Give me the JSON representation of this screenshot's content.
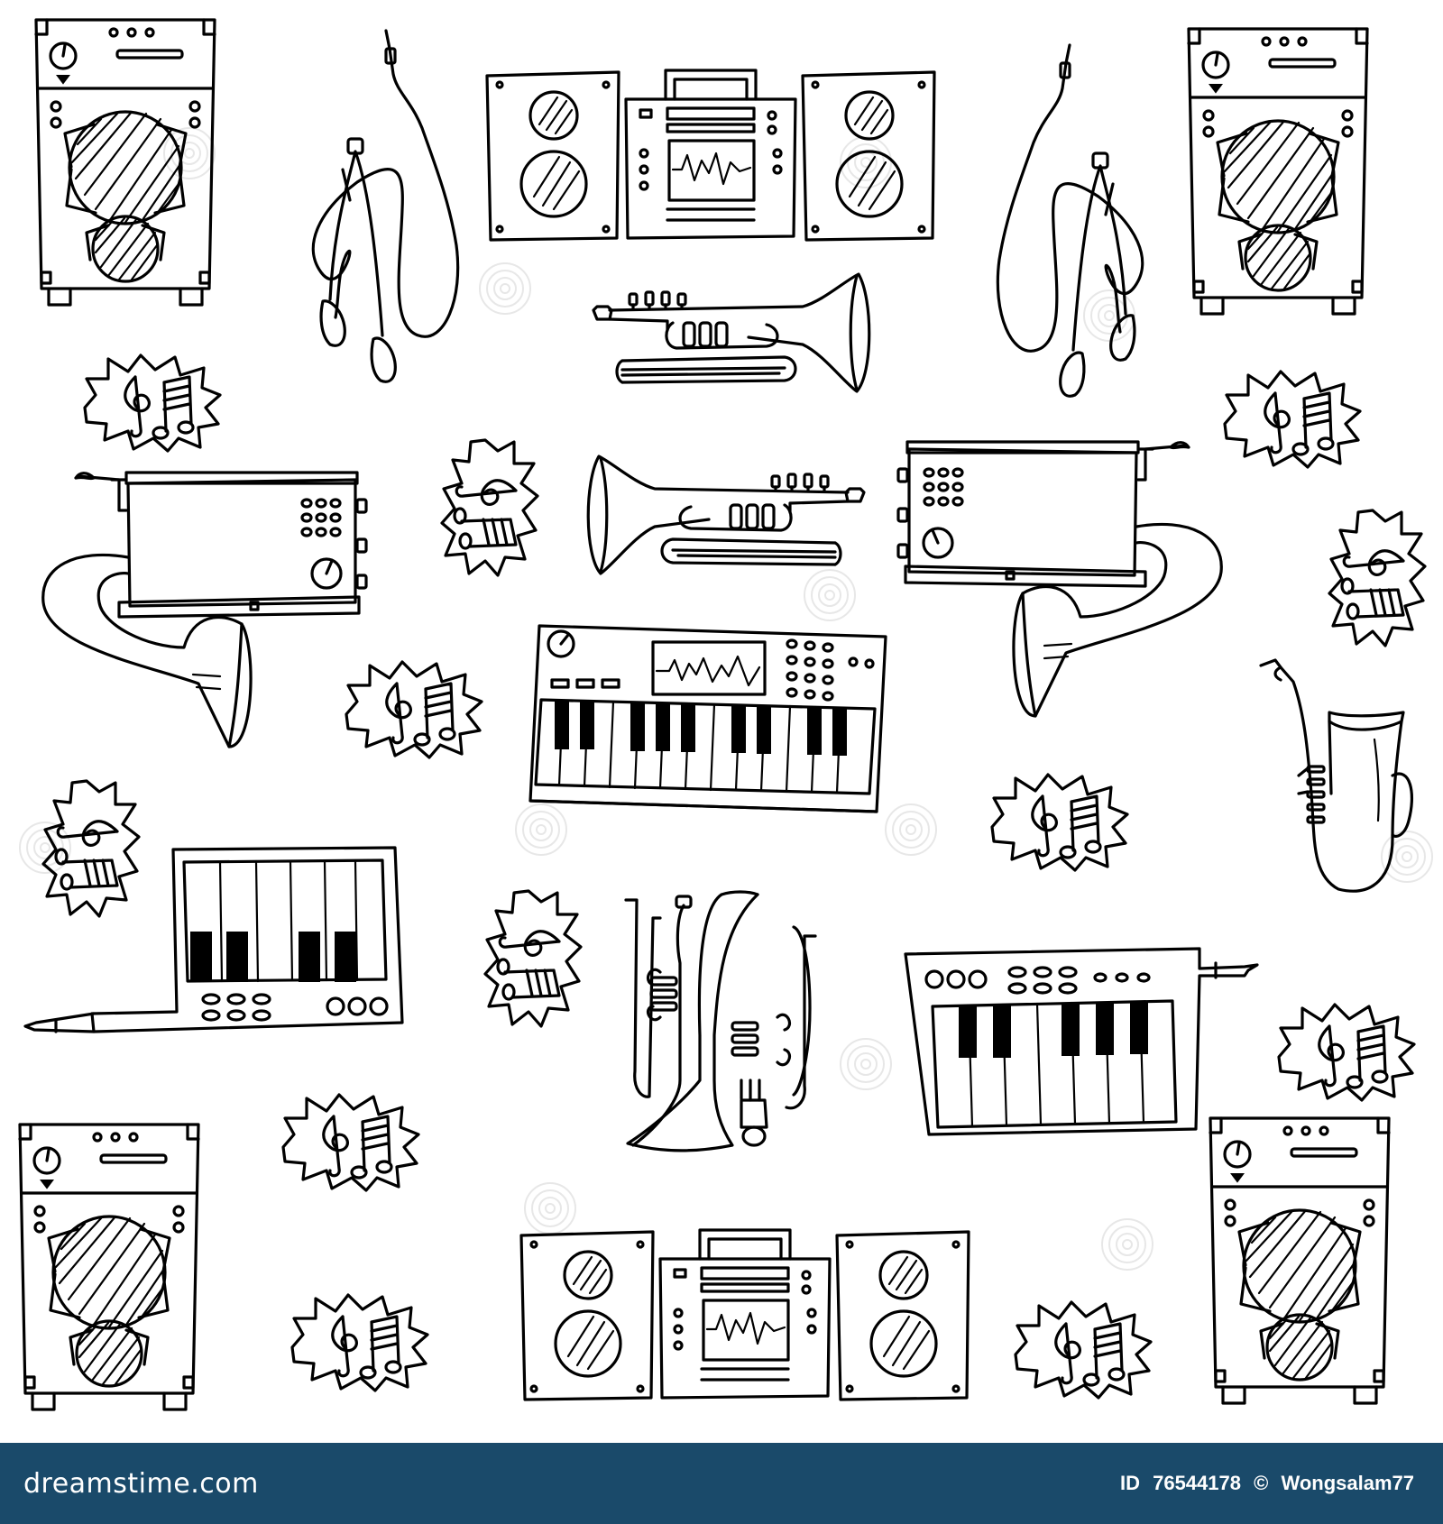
{
  "artwork": {
    "subject": "Hand-drawn black and white doodle pattern of musical instruments and audio equipment",
    "icons": [
      "speaker-icon",
      "earphones-icon",
      "boombox-icon",
      "trumpet-icon",
      "gramophone-icon",
      "music-note-badge-icon",
      "synthesizer-keyboard-icon",
      "keytar-icon",
      "tuba-icon",
      "saxophone-icon"
    ],
    "ink_color": "#000000",
    "background_color": "#ffffff"
  },
  "footer": {
    "brand": "dreamstime.com",
    "image_id_label": "ID",
    "image_id": "76544178",
    "copyright_symbol": "©",
    "author": "Wongsalam77",
    "bar_color": "#1a4a6a"
  }
}
